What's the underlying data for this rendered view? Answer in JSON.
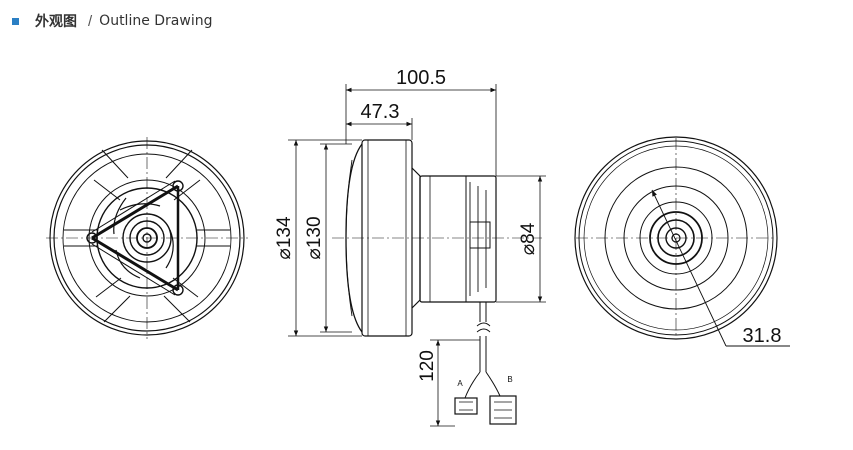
{
  "header": {
    "title_cn": "外观图",
    "separator": "/",
    "title_en": "Outline Drawing"
  },
  "dimensions": {
    "length_total": "100.5",
    "length_body": "47.3",
    "diameter_outer": "⌀134",
    "diameter_body": "⌀130",
    "diameter_rear": "⌀84",
    "lead_length": "120",
    "radius_label": "31.8"
  },
  "connectors": {
    "left": "A",
    "right": "B"
  },
  "colors": {
    "accent": "#2b7fc4",
    "line": "#111111"
  }
}
